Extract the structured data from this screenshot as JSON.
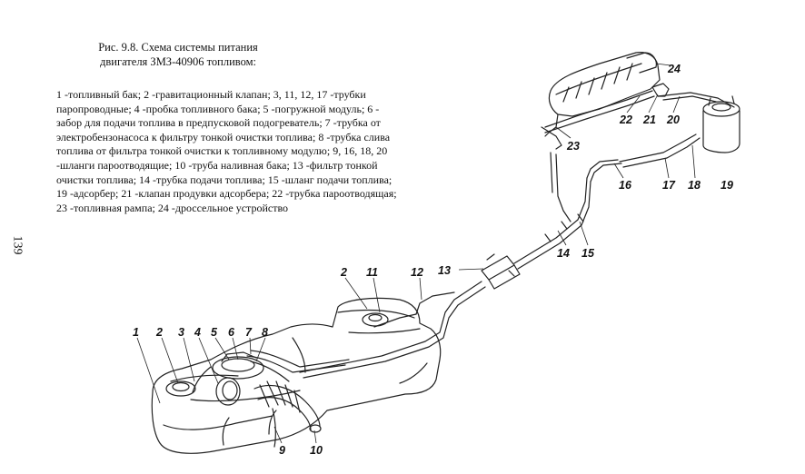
{
  "figure": {
    "caption_line1": "Рис. 9.8. Схема системы питания",
    "caption_line2": "двигателя ЗМЗ-40906 топливом:",
    "legend": [
      "1 -топливный бак; 2 -гравитационный клапан; 3, 11, 12, 17 -трубки",
      "паропроводные; 4 -пробка топливного бака; 5 -погружной модуль; 6 -",
      "забор для подачи топлива в предпусковой подогреватель; 7 -трубка от",
      "электробензонасоса к фильтру тонкой очистки топлива; 8 -трубка слива",
      "топлива от фильтра тонкой очистки к топливному модулю; 9, 16, 18, 20",
      "-шланги пароотводящие; 10 -труба наливная бака; 13 -фильтр тонкой",
      "очистки топлива; 14 -трубка подачи топлива; 15 -шланг подачи топлива;",
      "19 -адсорбер; 21 -клапан продувки адсорбера; 22 -трубка пароотводящая;",
      "23 -топливная рампа; 24 -дроссельное устройство"
    ]
  },
  "page_number": "139",
  "callouts": [
    "1",
    "2",
    "3",
    "4",
    "5",
    "6",
    "7",
    "8",
    "9",
    "10",
    "2",
    "11",
    "12",
    "13",
    "14",
    "15",
    "16",
    "17",
    "18",
    "19",
    "20",
    "21",
    "22",
    "23",
    "24"
  ]
}
